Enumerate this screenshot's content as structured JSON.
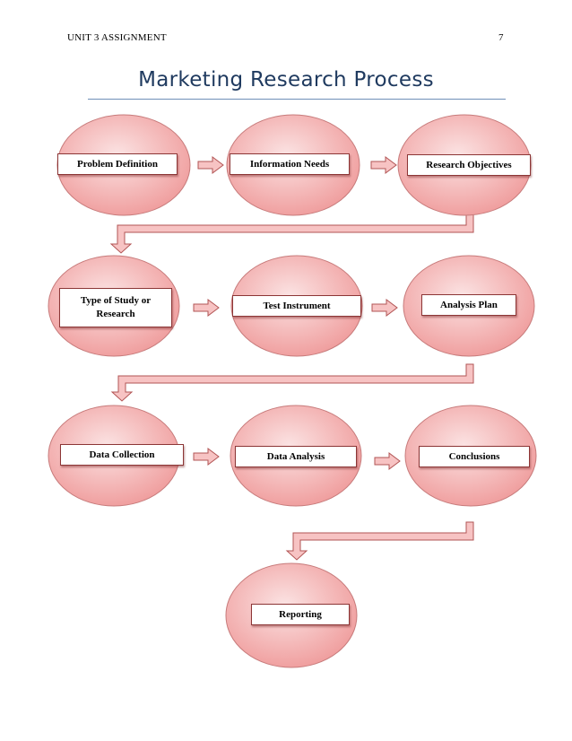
{
  "header": {
    "left": "UNIT 3 ASSIGNMENT",
    "page_number": "7"
  },
  "title": "Marketing Research Process",
  "colors": {
    "title": "#1f3a5f",
    "rule": "#6f8fb8",
    "node_fill_light": "#fbe3e3",
    "node_fill_dark": "#ef9a9a",
    "node_stroke": "#c77b7b",
    "arrow_fill": "#f7c3c3",
    "arrow_stroke": "#b25454"
  },
  "nodes": [
    {
      "id": "problem-definition",
      "label": "Problem  Definition"
    },
    {
      "id": "information-needs",
      "label": "Information  Needs"
    },
    {
      "id": "research-objectives",
      "label": "Research Objectives"
    },
    {
      "id": "type-of-study",
      "label": "Type of Study or Research"
    },
    {
      "id": "test-instrument",
      "label": "Test Instrument"
    },
    {
      "id": "analysis-plan",
      "label": "Analysis  Plan"
    },
    {
      "id": "data-collection",
      "label": "Data Collection"
    },
    {
      "id": "data-analysis",
      "label": "Data Analysis"
    },
    {
      "id": "conclusions",
      "label": "Conclusions"
    },
    {
      "id": "reporting",
      "label": "Reporting"
    }
  ],
  "edges": [
    {
      "from": "problem-definition",
      "to": "information-needs"
    },
    {
      "from": "information-needs",
      "to": "research-objectives"
    },
    {
      "from": "research-objectives",
      "to": "type-of-study"
    },
    {
      "from": "type-of-study",
      "to": "test-instrument"
    },
    {
      "from": "test-instrument",
      "to": "analysis-plan"
    },
    {
      "from": "analysis-plan",
      "to": "data-collection"
    },
    {
      "from": "data-collection",
      "to": "data-analysis"
    },
    {
      "from": "data-analysis",
      "to": "conclusions"
    },
    {
      "from": "conclusions",
      "to": "reporting"
    }
  ]
}
